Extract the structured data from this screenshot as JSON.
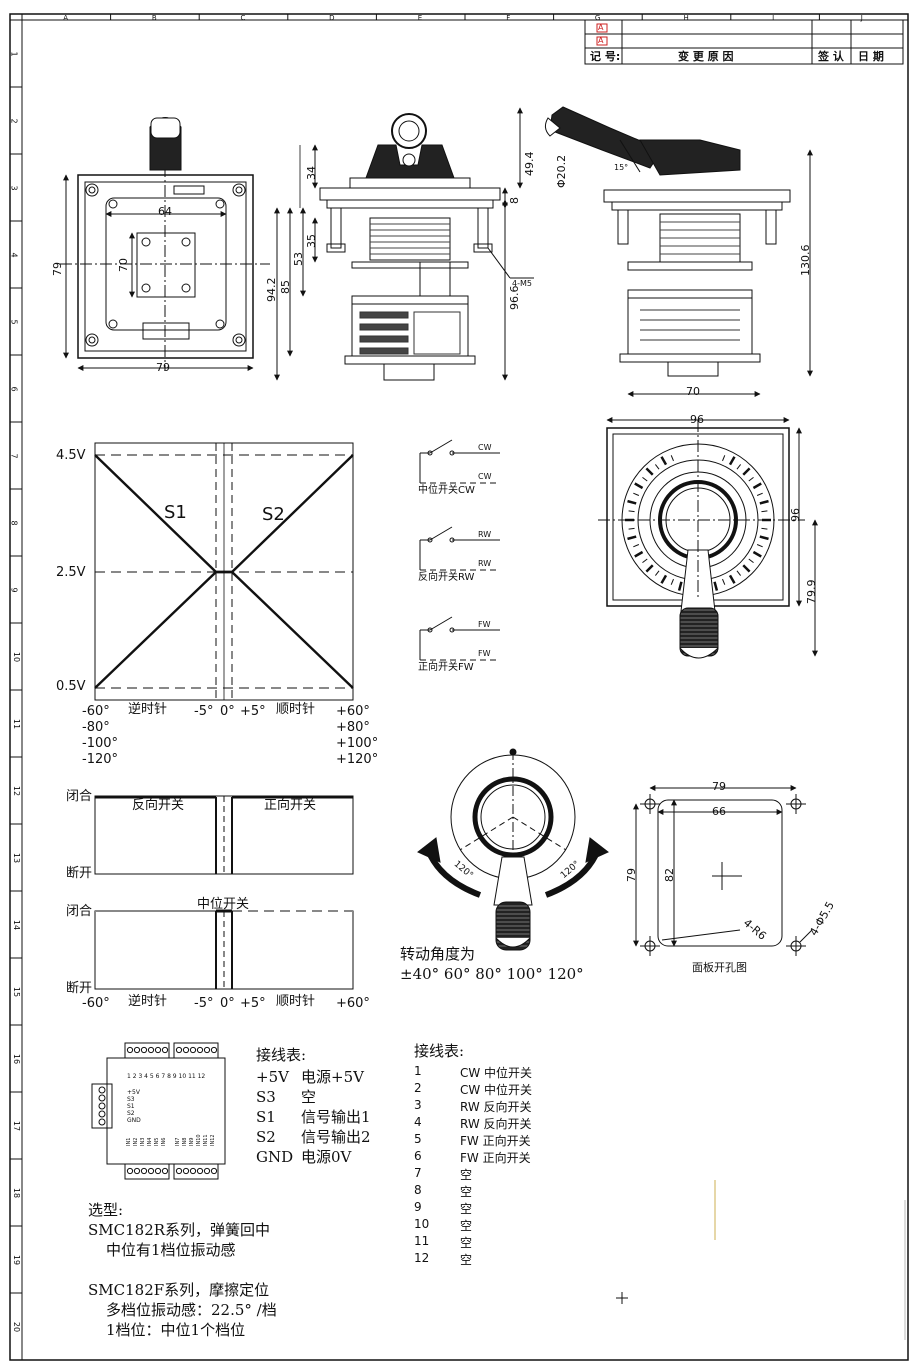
{
  "border": {
    "col_labels": [
      "A",
      "B",
      "C",
      "D",
      "E",
      "F",
      "G",
      "H",
      "I",
      "J"
    ],
    "row_labels": [
      "1",
      "2",
      "3",
      "4",
      "5",
      "6",
      "7",
      "8",
      "9",
      "10",
      "11",
      "12",
      "13",
      "14",
      "15",
      "16",
      "17",
      "18",
      "19",
      "20"
    ]
  },
  "revision_block": {
    "mark_a": "A",
    "record_label": "记 号:",
    "change_reason_label": "变 更 原 因",
    "sign_label": "签 认",
    "date_label": "日 期"
  },
  "dimensions": {
    "top_view": {
      "width_top": "64",
      "inner_h": "70",
      "outer_h": "79",
      "width_bottom": "79"
    },
    "front_view": {
      "top_h": "34",
      "right_top": "49.4",
      "right_small": "8",
      "h35": "35",
      "h53": "53",
      "h85": "85",
      "h94": "94.2",
      "h96": "96.6",
      "screw": "4-M5"
    },
    "side_view": {
      "dia": "Φ20.2",
      "angle": "15°",
      "height": "130.6",
      "width": "70"
    },
    "dial_view": {
      "width": "96",
      "height": "96",
      "offset": "79.9"
    },
    "panel_cutout": {
      "outer_w": "79",
      "inner_w": "66",
      "outer_h": "79",
      "inner_h": "82",
      "radius": "4-R6",
      "holes": "4-Φ5.5",
      "caption": "面板开孔图"
    }
  },
  "voltage_chart": {
    "y_labels": [
      "4.5V",
      "2.5V",
      "0.5V"
    ],
    "series_labels": [
      "S1",
      "S2"
    ],
    "x_left": [
      "-60°",
      "-80°",
      "-100°",
      "-120°"
    ],
    "x_right": [
      "+60°",
      "+80°",
      "+100°",
      "+120°"
    ],
    "ccw": "逆时针",
    "cw": "顺时针",
    "x_minus5": "-5°",
    "x_zero": "0°",
    "x_plus5": "+5°"
  },
  "switch_chart_1": {
    "closed": "闭合",
    "open": "断开",
    "left_label": "反向开关",
    "right_label": "正向开关"
  },
  "switch_chart_2": {
    "closed": "闭合",
    "open": "断开",
    "center_label": "中位开关",
    "x_left": "-60°",
    "ccw": "逆时针",
    "x_minus5": "-5°",
    "x_zero": "0°",
    "x_plus5": "+5°",
    "cw": "顺时针",
    "x_right": "+60°"
  },
  "contacts": [
    {
      "pin_top": "CW",
      "pin_bottom": "CW",
      "caption": "中位开关CW"
    },
    {
      "pin_top": "RW",
      "pin_bottom": "RW",
      "caption": "反向开关RW"
    },
    {
      "pin_top": "FW",
      "pin_bottom": "FW",
      "caption": "正向开关FW"
    }
  ],
  "rotation": {
    "angle_left": "120°",
    "angle_right": "120°",
    "title": "转动角度为",
    "values": "±40° 60° 80° 100° 120°"
  },
  "pcb": {
    "top_pins": "1 2 3 4 5 6 7 8 9 10 11 12",
    "side_labels": [
      "+5V",
      "S3",
      "S1",
      "S2",
      "GND"
    ],
    "bottom_labels": [
      "IN1",
      "IN2",
      "IN3",
      "IN4",
      "IN5",
      "IN6",
      "IN7",
      "IN8",
      "IN9",
      "IN10",
      "IN11",
      "IN12"
    ]
  },
  "wiring_table_1": {
    "title": "接线表:",
    "rows": [
      {
        "pin": "+5V",
        "desc": "电源+5V"
      },
      {
        "pin": "S3",
        "desc": "空"
      },
      {
        "pin": "S1",
        "desc": "信号输出1"
      },
      {
        "pin": "S2",
        "desc": "信号输出2"
      },
      {
        "pin": "GND",
        "desc": "电源0V"
      }
    ]
  },
  "wiring_table_2": {
    "title": "接线表:",
    "rows": [
      {
        "no": "1",
        "desc": "CW 中位开关"
      },
      {
        "no": "2",
        "desc": "CW 中位开关"
      },
      {
        "no": "3",
        "desc": "RW 反向开关"
      },
      {
        "no": "4",
        "desc": "RW 反向开关"
      },
      {
        "no": "5",
        "desc": "FW 正向开关"
      },
      {
        "no": "6",
        "desc": "FW 正向开关"
      },
      {
        "no": "7",
        "desc": "空"
      },
      {
        "no": "8",
        "desc": "空"
      },
      {
        "no": "9",
        "desc": "空"
      },
      {
        "no": "10",
        "desc": "空"
      },
      {
        "no": "11",
        "desc": "空"
      },
      {
        "no": "12",
        "desc": "空"
      }
    ]
  },
  "selection": {
    "title": "选型:",
    "r_series": "SMC182R系列，弹簧回中",
    "r_detail": "中位有1档位振动感",
    "f_series": "SMC182F系列，摩擦定位",
    "f_detail": "多档位振动感：22.5° /档",
    "f_detail2": "1档位：中位1个档位"
  },
  "colors": {
    "line": "#111111",
    "accent": "#cc2222"
  }
}
